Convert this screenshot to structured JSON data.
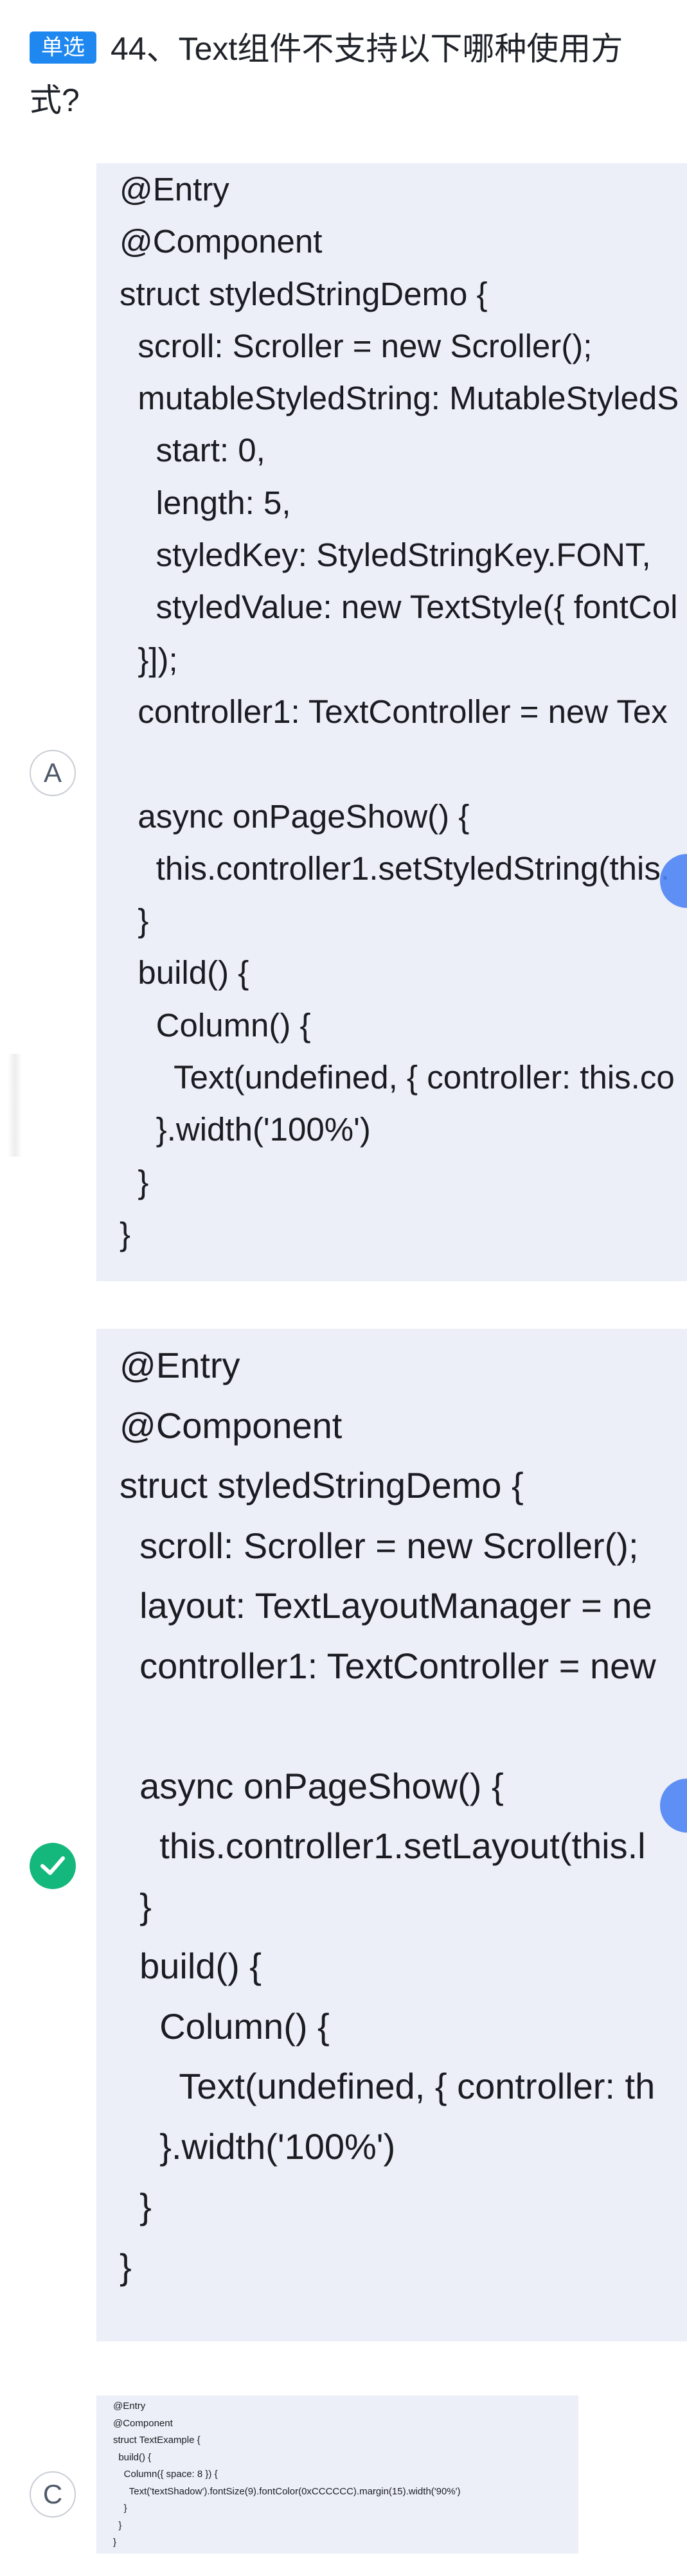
{
  "question": {
    "type_label": "单选",
    "text": "44、Text组件不支持以下哪种使用方式?"
  },
  "options": [
    {
      "marker": "A",
      "state": "default",
      "code": "@Entry\n@Component\nstruct styledStringDemo {\n  scroll: Scroller = new Scroller();\n  mutableStyledString: MutableStyledS\n    start: 0,\n    length: 5,\n    styledKey: StyledStringKey.FONT,\n    styledValue: new TextStyle({ fontCol\n  }]);\n  controller1: TextController = new Tex\n\n  async onPageShow() {\n    this.controller1.setStyledString(this.\n  }\n  build() {\n    Column() {\n      Text(undefined, { controller: this.co\n    }.width('100%')\n  }\n}"
    },
    {
      "marker": "",
      "state": "correct",
      "code": "@Entry\n@Component\nstruct styledStringDemo {\n  scroll: Scroller = new Scroller();\n  layout: TextLayoutManager = ne\n  controller1: TextController = new\n\n  async onPageShow() {\n    this.controller1.setLayout(this.l\n  }\n  build() {\n    Column() {\n      Text(undefined, { controller: th\n    }.width('100%')\n  }\n}"
    },
    {
      "marker": "C",
      "state": "default",
      "code": "@Entry\n@Component\nstruct TextExample {\n  build() {\n    Column({ space: 8 }) {\n      Text('textShadow').fontSize(9).fontColor(0xCCCCCC).margin(15).width('90%')\n    }\n  }\n}"
    }
  ],
  "colors": {
    "tag_blue": "#1f88f0",
    "correct_green": "#14b87c",
    "code_panel_bg": "#eceff7",
    "fab_blue": "#4f84f4"
  },
  "icons": {
    "correct": "check-icon"
  }
}
